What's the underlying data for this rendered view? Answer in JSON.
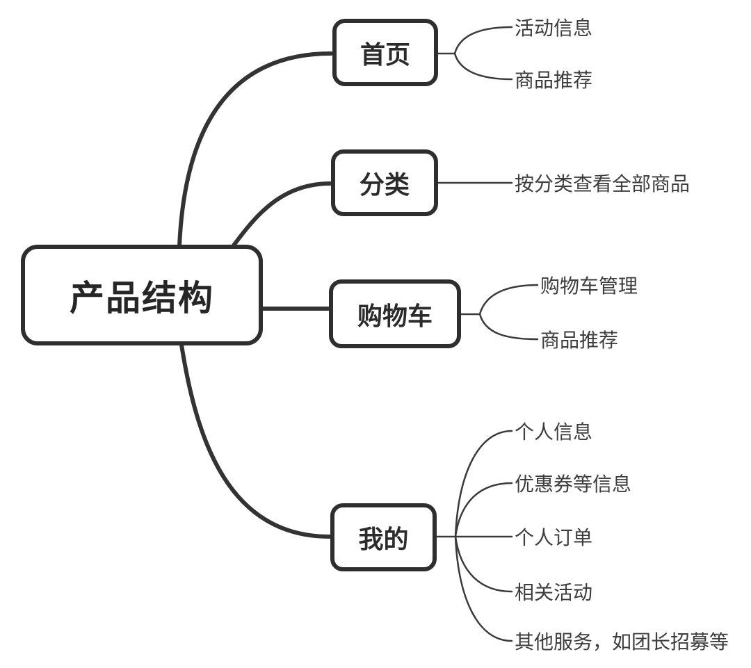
{
  "diagram": {
    "title": "产品结构",
    "colors": {
      "background": "#ffffff",
      "node_fill": "#ffffff",
      "node_border": "#2e2e2e",
      "edge_line": "#333333",
      "leaf_line": "#3a3a3a",
      "text": "#2b2b2b",
      "leaf_text": "#3d3d3d"
    },
    "root": {
      "label": "产品结构"
    },
    "branches": [
      {
        "label": "首页",
        "children": [
          {
            "label": "活动信息"
          },
          {
            "label": "商品推荐"
          }
        ]
      },
      {
        "label": "分类",
        "children": [
          {
            "label": "按分类查看全部商品"
          }
        ]
      },
      {
        "label": "购物车",
        "children": [
          {
            "label": "购物车管理"
          },
          {
            "label": "商品推荐"
          }
        ]
      },
      {
        "label": "我的",
        "children": [
          {
            "label": "个人信息"
          },
          {
            "label": "优惠券等信息"
          },
          {
            "label": "个人订单"
          },
          {
            "label": "相关活动"
          },
          {
            "label": "其他服务，如团长招募等"
          }
        ]
      }
    ]
  }
}
